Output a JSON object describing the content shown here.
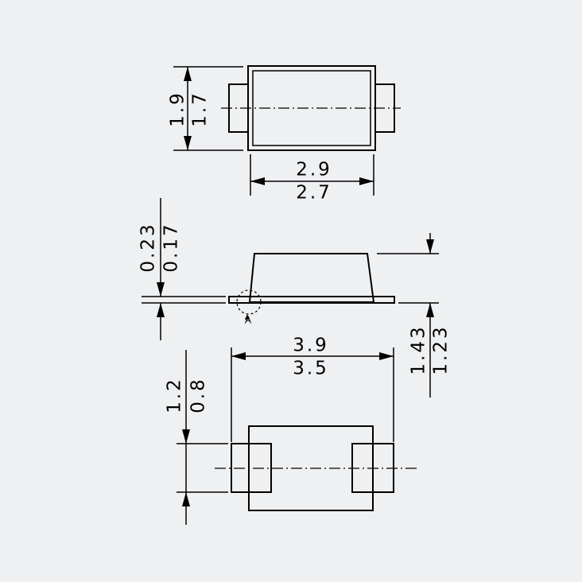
{
  "top_view": {
    "height_max": "1.9",
    "height_min": "1.7",
    "width_max": "2.9",
    "width_min": "2.7"
  },
  "side_view": {
    "lead_thickness_max": "0.23",
    "lead_thickness_min": "0.17",
    "total_height_max": "1.43",
    "total_height_min": "1.23",
    "detail_marker": "A"
  },
  "bottom_view": {
    "overall_length_max": "3.9",
    "overall_length_min": "3.5",
    "pad_width_max": "1.2",
    "pad_width_min": "0.8"
  }
}
